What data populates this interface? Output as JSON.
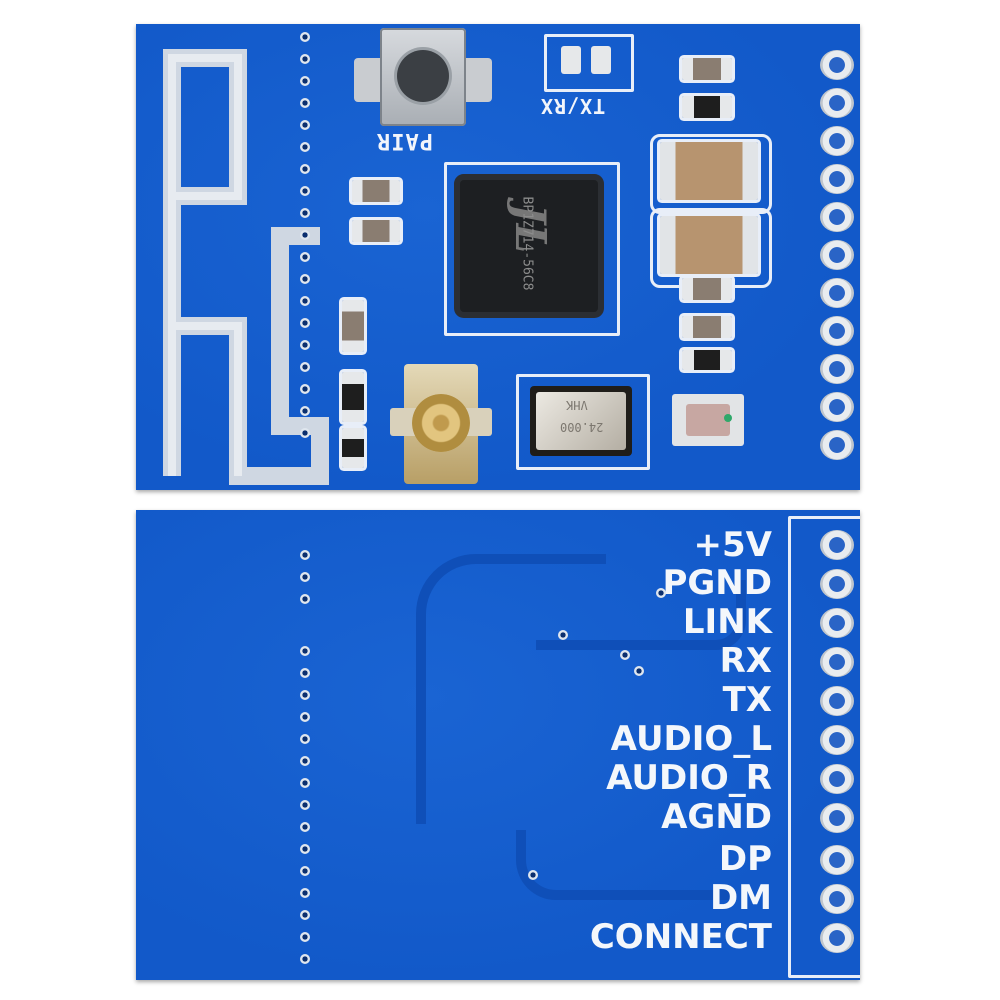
{
  "top_side": {
    "button_label": "PAIR",
    "header_label": "TX/RX",
    "chip_brand": "JL",
    "chip_part": "BP1Z714-56C8",
    "crystal_marking": "VHK",
    "crystal_code": "24.000"
  },
  "bottom_side": {
    "pins": [
      "+5V",
      "PGND",
      "LINK",
      "RX",
      "TX",
      "AUDIO_L",
      "AUDIO_R",
      "AGND",
      "DP",
      "DM",
      "CONNECT"
    ]
  },
  "colors": {
    "pcb": "#1259c9",
    "silkscreen": "#e8eef8",
    "pads": "#e9ecef"
  }
}
